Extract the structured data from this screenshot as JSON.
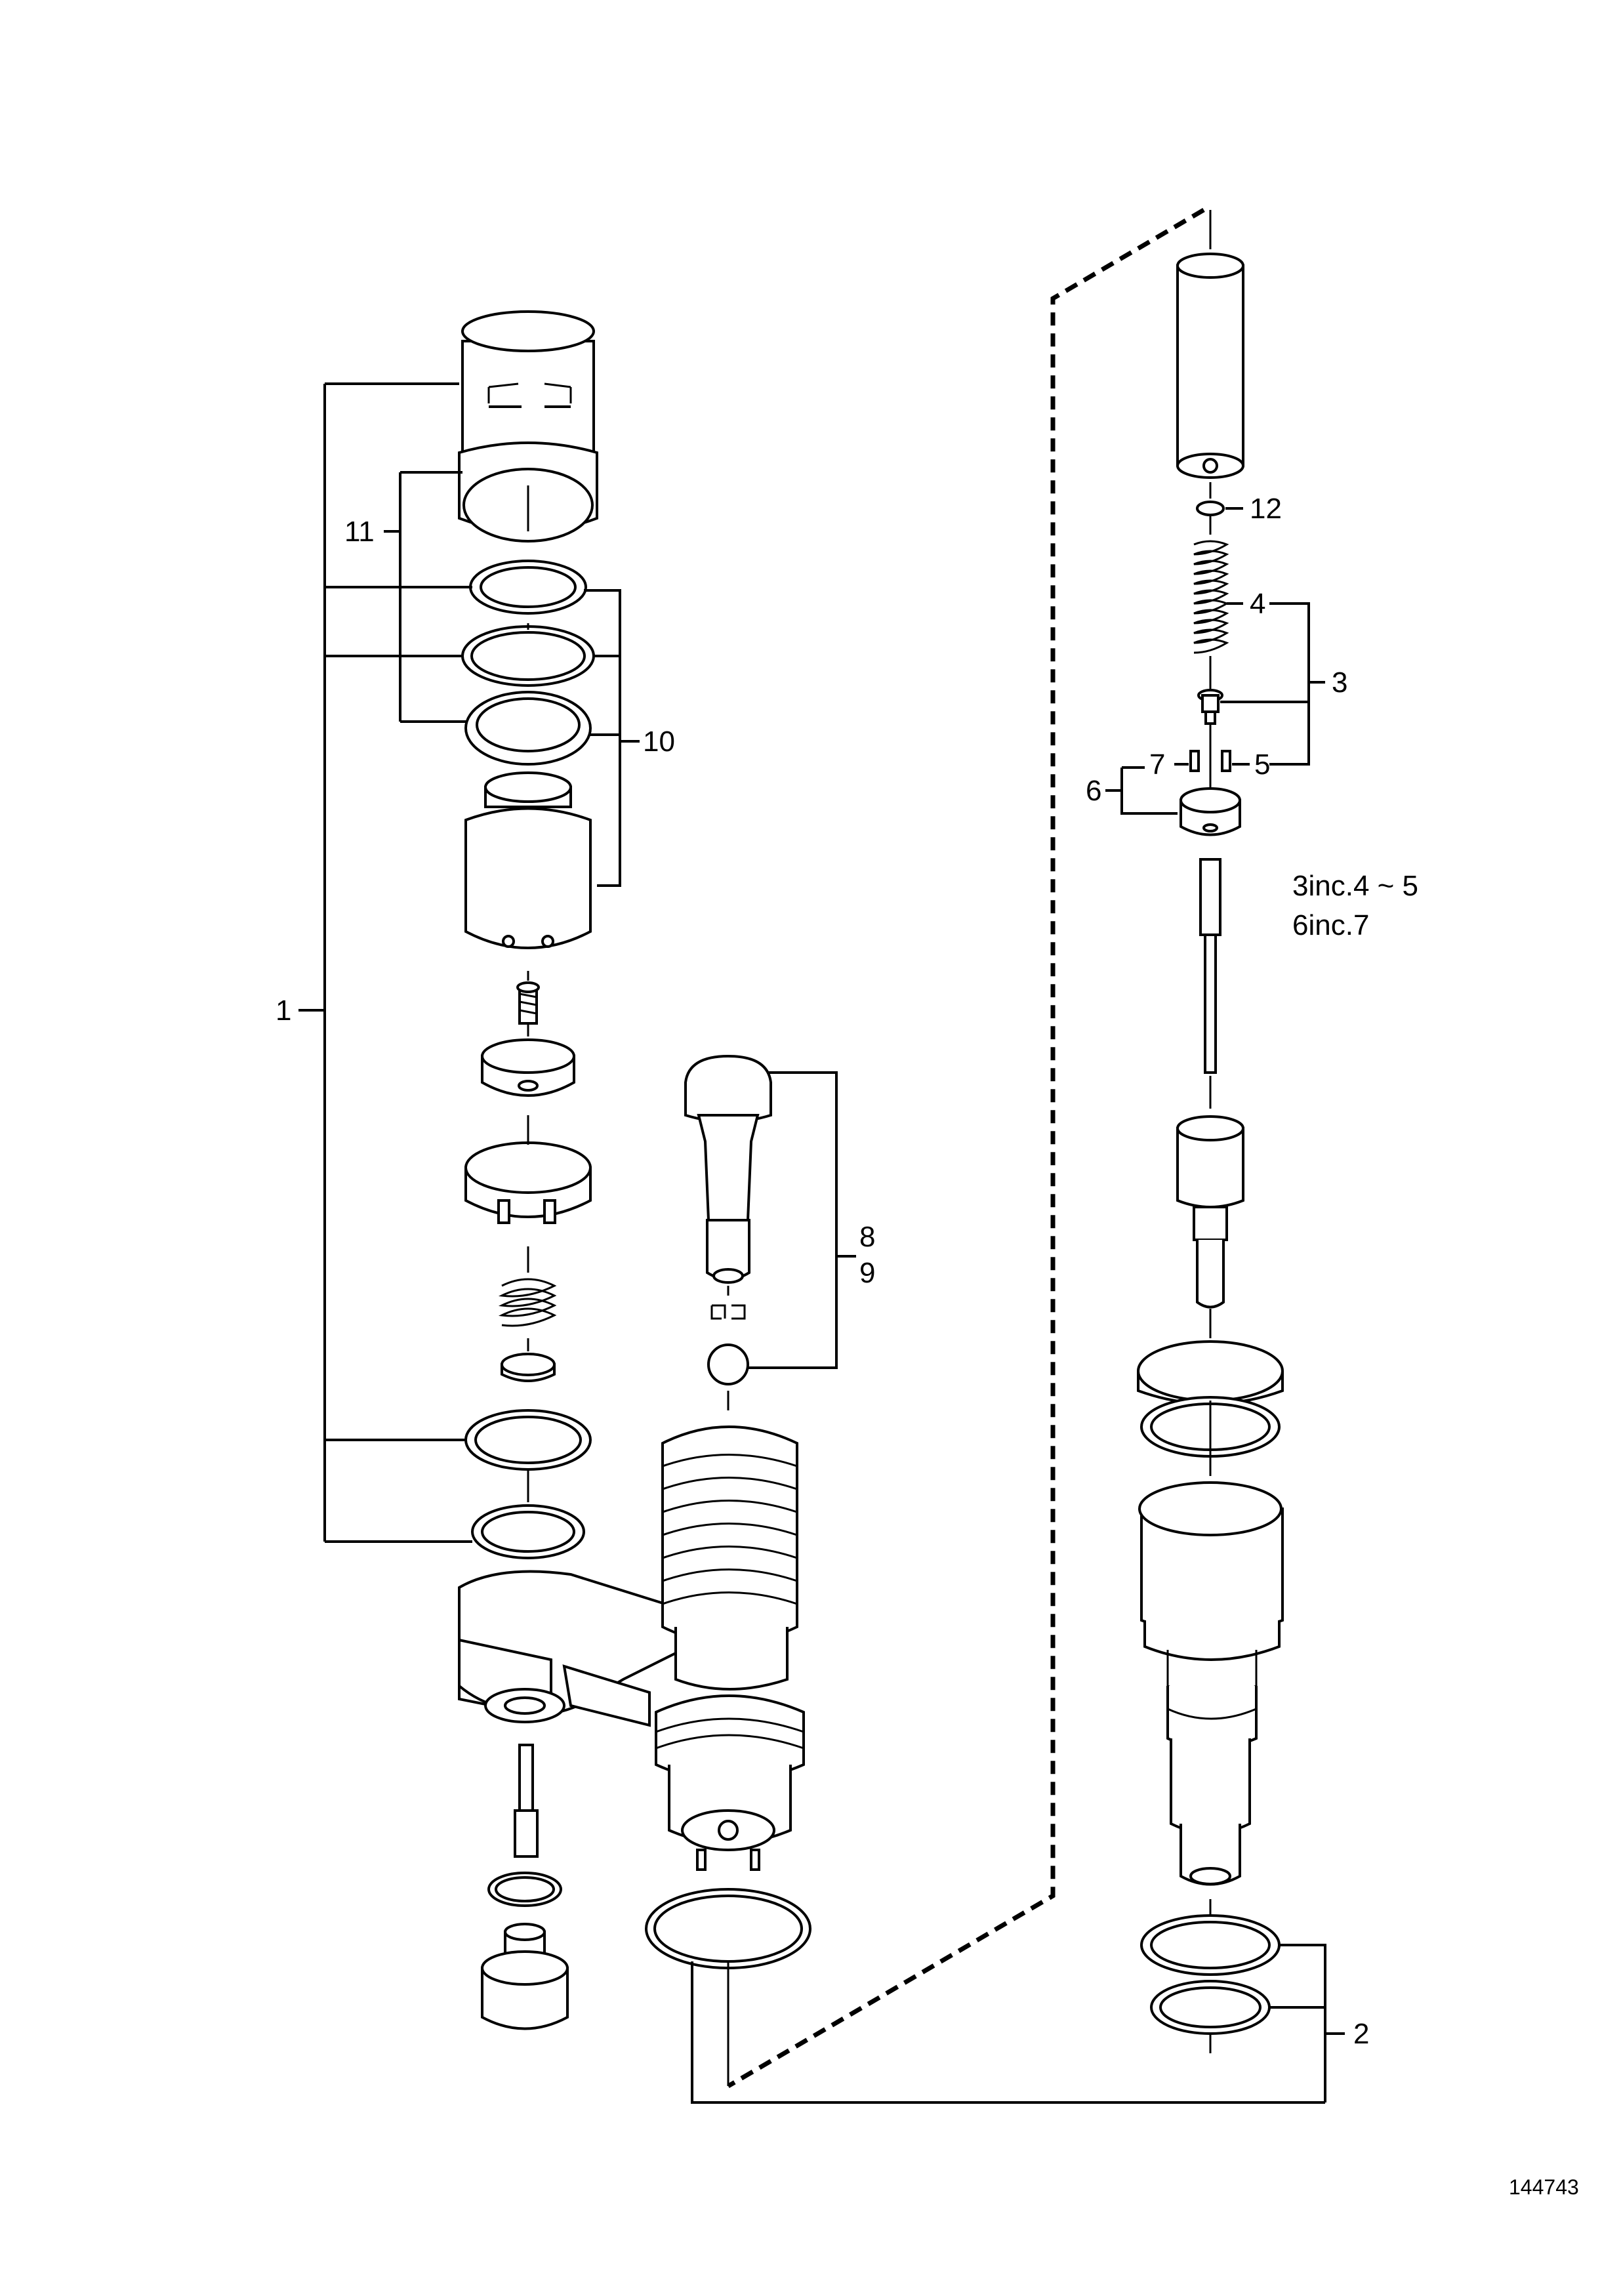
{
  "labels": {
    "l1": "1",
    "l2": "2",
    "l3": "3",
    "l4": "4",
    "l5": "5",
    "l6": "6",
    "l7": "7",
    "l8": "8",
    "l9": "9",
    "l10": "10",
    "l11": "11",
    "l12": "12"
  },
  "notes": {
    "line1": "3inc.4 ~ 5",
    "line2": "6inc.7"
  },
  "reference_number": "144743"
}
